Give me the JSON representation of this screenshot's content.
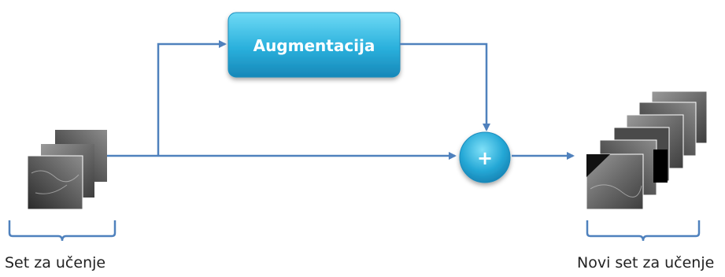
{
  "diagram": {
    "augment_box_label": "Augmentacija",
    "plus_label": "+",
    "left_caption": "Set za učenje",
    "right_caption": "Novi set za učenje"
  },
  "colors": {
    "arrow": "#4f81bd",
    "box_top": "#5fd0f0",
    "box_bottom": "#1a95c4",
    "brace": "#4f81bd"
  },
  "icons": {
    "input_images": "image-stack-icon",
    "output_images": "image-stack-icon"
  }
}
